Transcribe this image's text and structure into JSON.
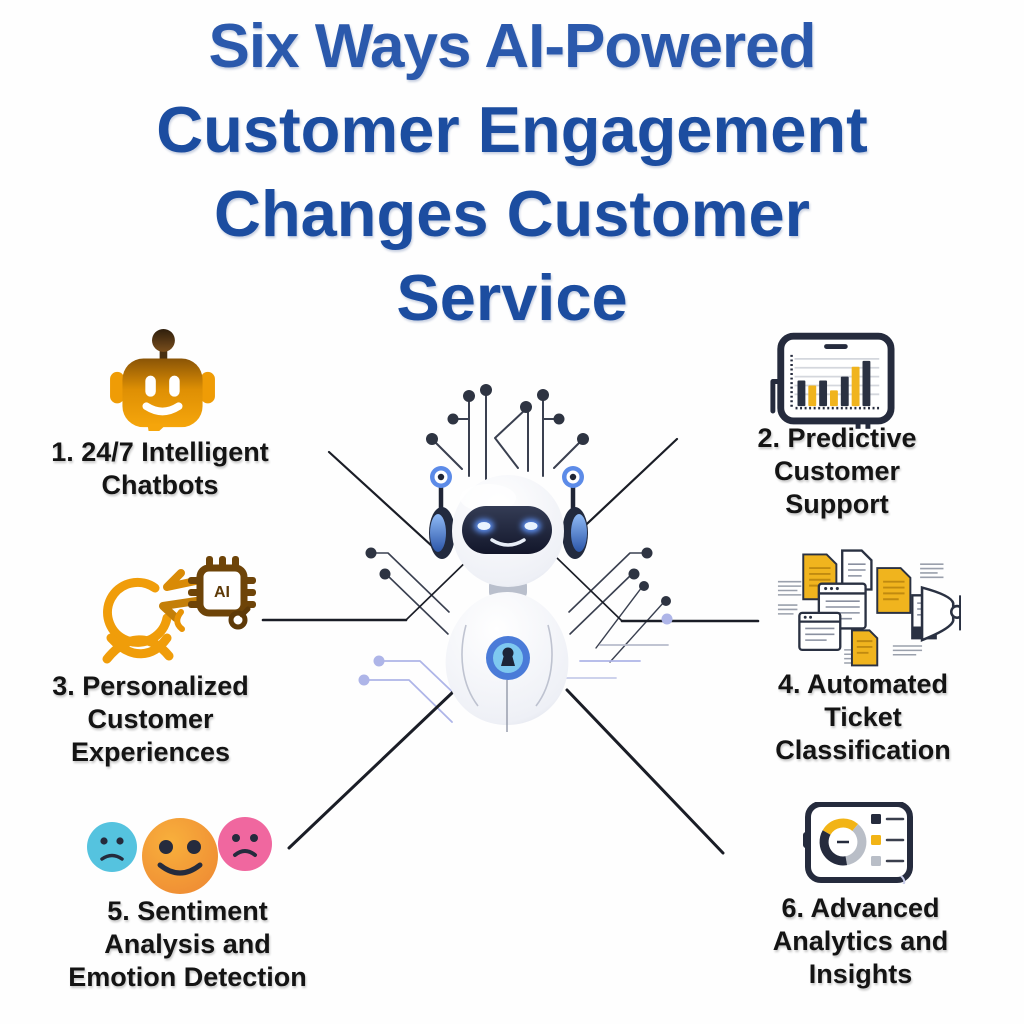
{
  "title": {
    "lines": [
      "Six Ways AI-Powered",
      "Customer Engagement",
      "Changes Customer",
      "Service"
    ],
    "color_line1": "#2B59AC",
    "color_rest": "#1C4DA0"
  },
  "items": [
    {
      "icon": "chatbot-icon",
      "lines": [
        "1. 24/7 Intelligent",
        "Chatbots"
      ]
    },
    {
      "icon": "predictive-chart-icon",
      "lines": [
        "2. Predictive",
        "Customer",
        "Support"
      ]
    },
    {
      "icon": "personalization-chip-icon",
      "lines": [
        "3. Personalized",
        "Customer",
        "Experiences"
      ],
      "chip_label": "AI"
    },
    {
      "icon": "ticket-documents-icon",
      "lines": [
        "4. Automated",
        "Ticket",
        "Classification"
      ]
    },
    {
      "icon": "sentiment-faces-icon",
      "lines": [
        "5. Sentiment",
        "Analysis and",
        "Emotion Detection"
      ]
    },
    {
      "icon": "analytics-donut-icon",
      "lines": [
        "6. Advanced",
        "Analytics and",
        "Insights"
      ]
    }
  ],
  "center_illustration": "ai-robot-with-circuit-traces",
  "colors": {
    "label_text": "#141414",
    "orange": "#F09D0A",
    "orange_dark": "#6E4408",
    "navy": "#252B3D",
    "yellow": "#F0B41E",
    "gray": "#B9BEC7",
    "robot_blue": "#5B8DEF",
    "lavender": "#AEB5E8",
    "face_blue": "#55C3DF",
    "face_orange": "#F49A2E",
    "face_pink": "#F0679F",
    "connector_line": "#1A1D26"
  }
}
